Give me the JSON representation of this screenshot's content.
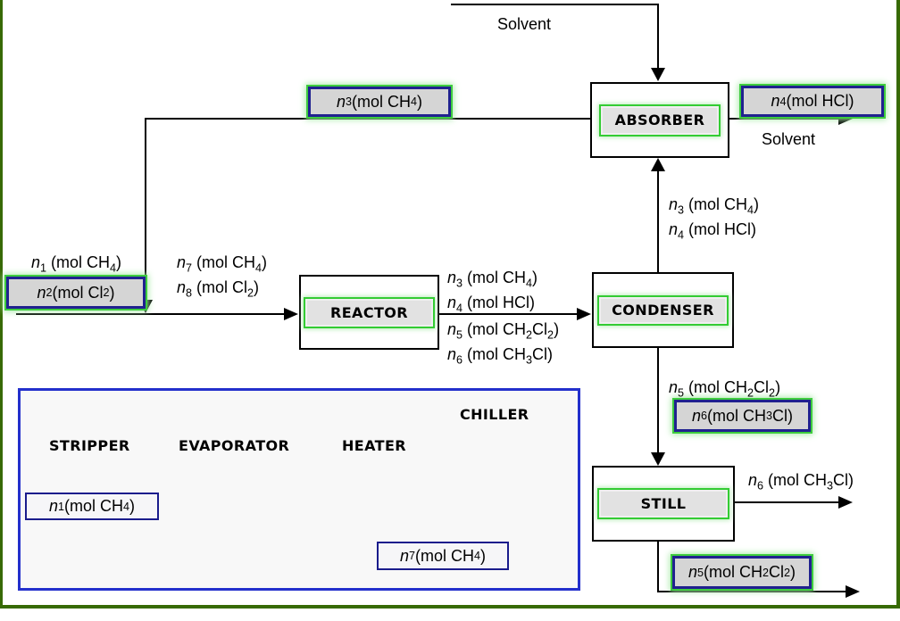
{
  "colors": {
    "frame_green": "#376a04",
    "unit_label_bg": "#e2e2e2",
    "unit_label_border": "#33cc33",
    "chip_bg": "#d5d5d5",
    "chip_border": "#20218f",
    "chip_glow": "#3ecc3e",
    "tray_border": "#2330cc",
    "tray_bg": "#f8f8f8",
    "tray_chip_bg": "#f6f6f8",
    "tray_chip_border": "#1a1c8c"
  },
  "flowsheet": {
    "units": {
      "absorber": "ABSORBER",
      "reactor": "REACTOR",
      "condenser": "CONDENSER",
      "still": "STILL"
    },
    "stream_labels": {
      "solvent_top": "Solvent",
      "solvent_right": "Solvent",
      "feed_ch4": "*n*_1 (mol CH_4)",
      "combined_feed_line1": "*n*_7 (mol CH_4)",
      "combined_feed_line2": "*n*_8 (mol Cl_2)",
      "reactor_out_line1": "*n*_3 (mol CH_4)",
      "reactor_out_line2": "*n*_4 (mol HCl)",
      "reactor_out_line3": "*n*_5 (mol CH_2Cl_2)",
      "reactor_out_line4": "*n*_6 (mol CH_3Cl)",
      "cond_overhead_line1": "*n*_3 (mol CH_4)",
      "cond_overhead_line2": "*n*_4 (mol HCl)",
      "cond_bottoms": "*n*_5 (mol CH_2Cl_2)",
      "still_overhead": "*n*_6 (mol CH_3Cl)"
    },
    "placed_chips": {
      "recycle_to_absorber": "*n*_3 (mol CH_4)",
      "absorber_overhead": "*n*_4 (mol HCl)",
      "fresh_feed_cl2": "*n*_2 (mol Cl_2)",
      "condenser_bottoms": "*n*_6 (mol CH_3Cl)",
      "still_bottoms": "*n*_5 (mol CH_2Cl_2)"
    }
  },
  "tray": {
    "unit_options": [
      "STRIPPER",
      "EVAPORATOR",
      "HEATER",
      "CHILLER"
    ],
    "chips": {
      "chip_n1": "*n*_1 (mol CH_4)",
      "chip_n7": "*n*_7 (mol CH_4)"
    }
  }
}
